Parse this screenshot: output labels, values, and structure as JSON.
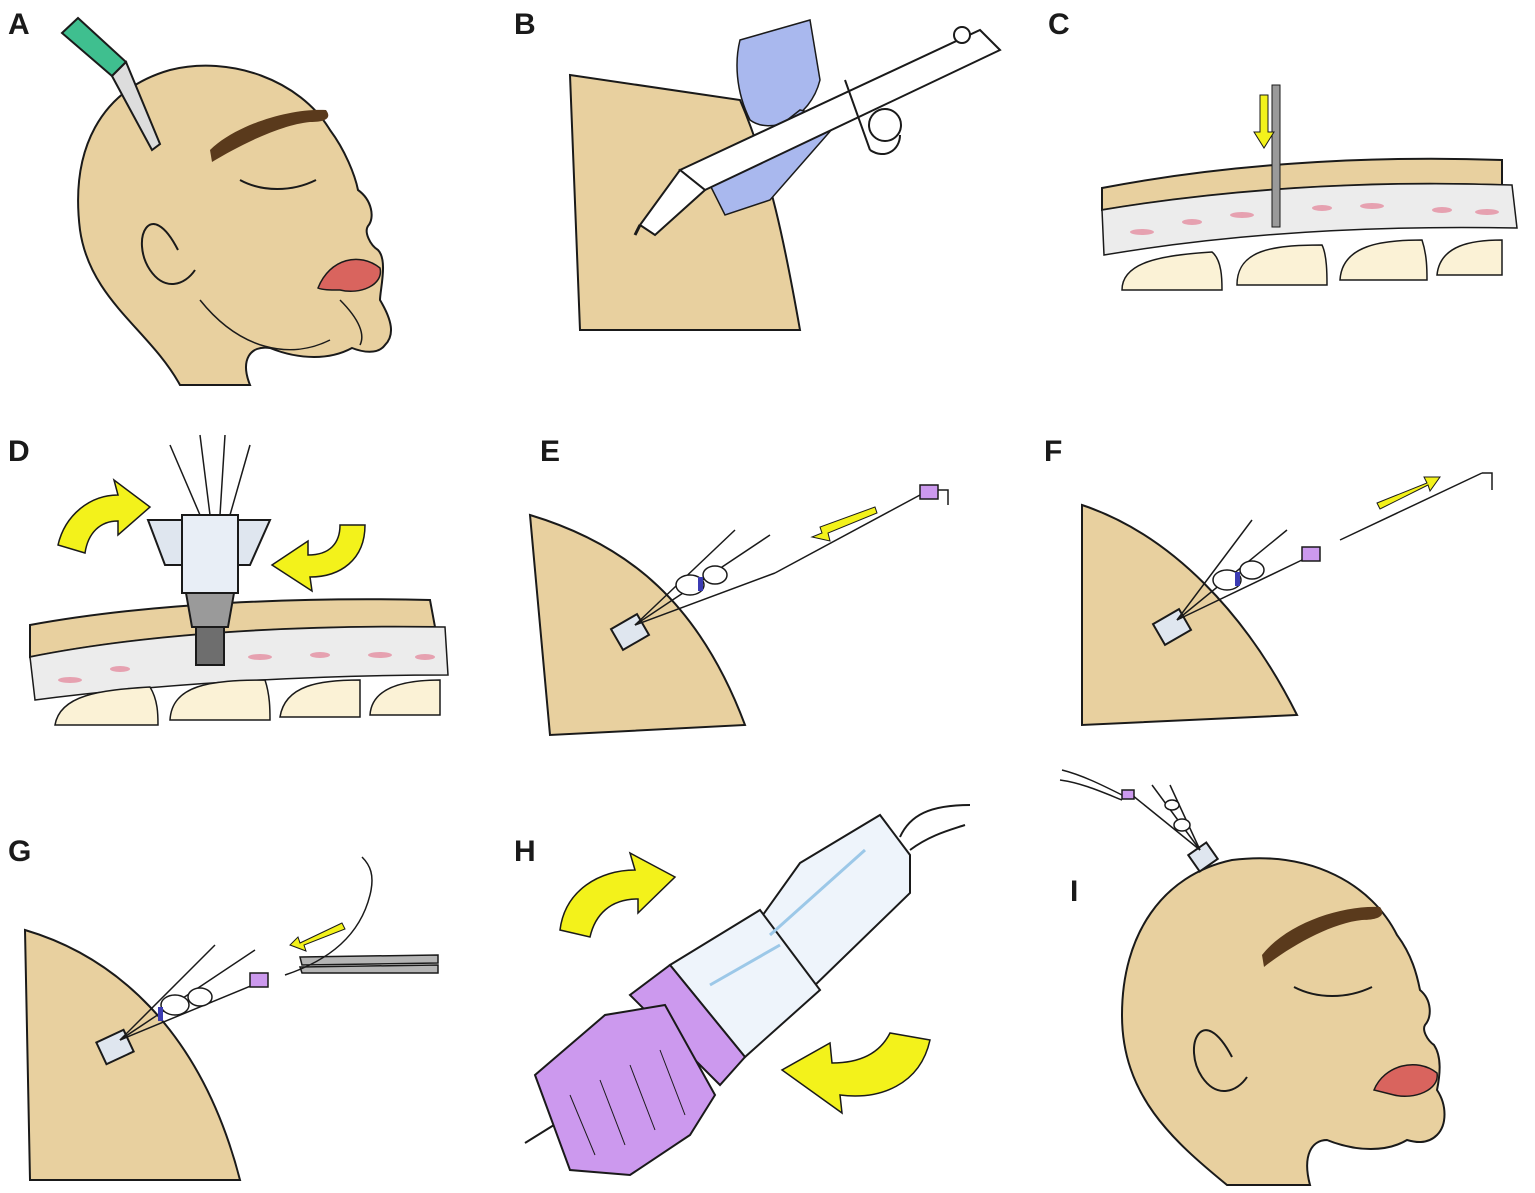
{
  "panels": [
    {
      "id": "a",
      "label": "A"
    },
    {
      "id": "b",
      "label": "B"
    },
    {
      "id": "c",
      "label": "C"
    },
    {
      "id": "d",
      "label": "D"
    },
    {
      "id": "e",
      "label": "E"
    },
    {
      "id": "f",
      "label": "F"
    },
    {
      "id": "g",
      "label": "G"
    },
    {
      "id": "h",
      "label": "H"
    },
    {
      "id": "i",
      "label": "I"
    }
  ],
  "colors": {
    "skin": "#e8d09f",
    "outline": "#1a1a1a",
    "eyebrow": "#5a3a1c",
    "lips": "#d9645e",
    "scalpel": "#3fbf8f",
    "glove": "#a9b8ee",
    "arrow": "#f3f21b",
    "bone_marrow": "#e6a1b0",
    "brain": "#fbf2d6",
    "purple_cap": "#cc99ee",
    "blue_band": "#3b3bb3",
    "metal": "#9a9a9a"
  },
  "icons": [
    "scalpel-icon",
    "drill-icon",
    "glove-icon",
    "bolt-icon",
    "catheter-icon",
    "stylet-icon",
    "forceps-icon",
    "arrow-icon"
  ]
}
